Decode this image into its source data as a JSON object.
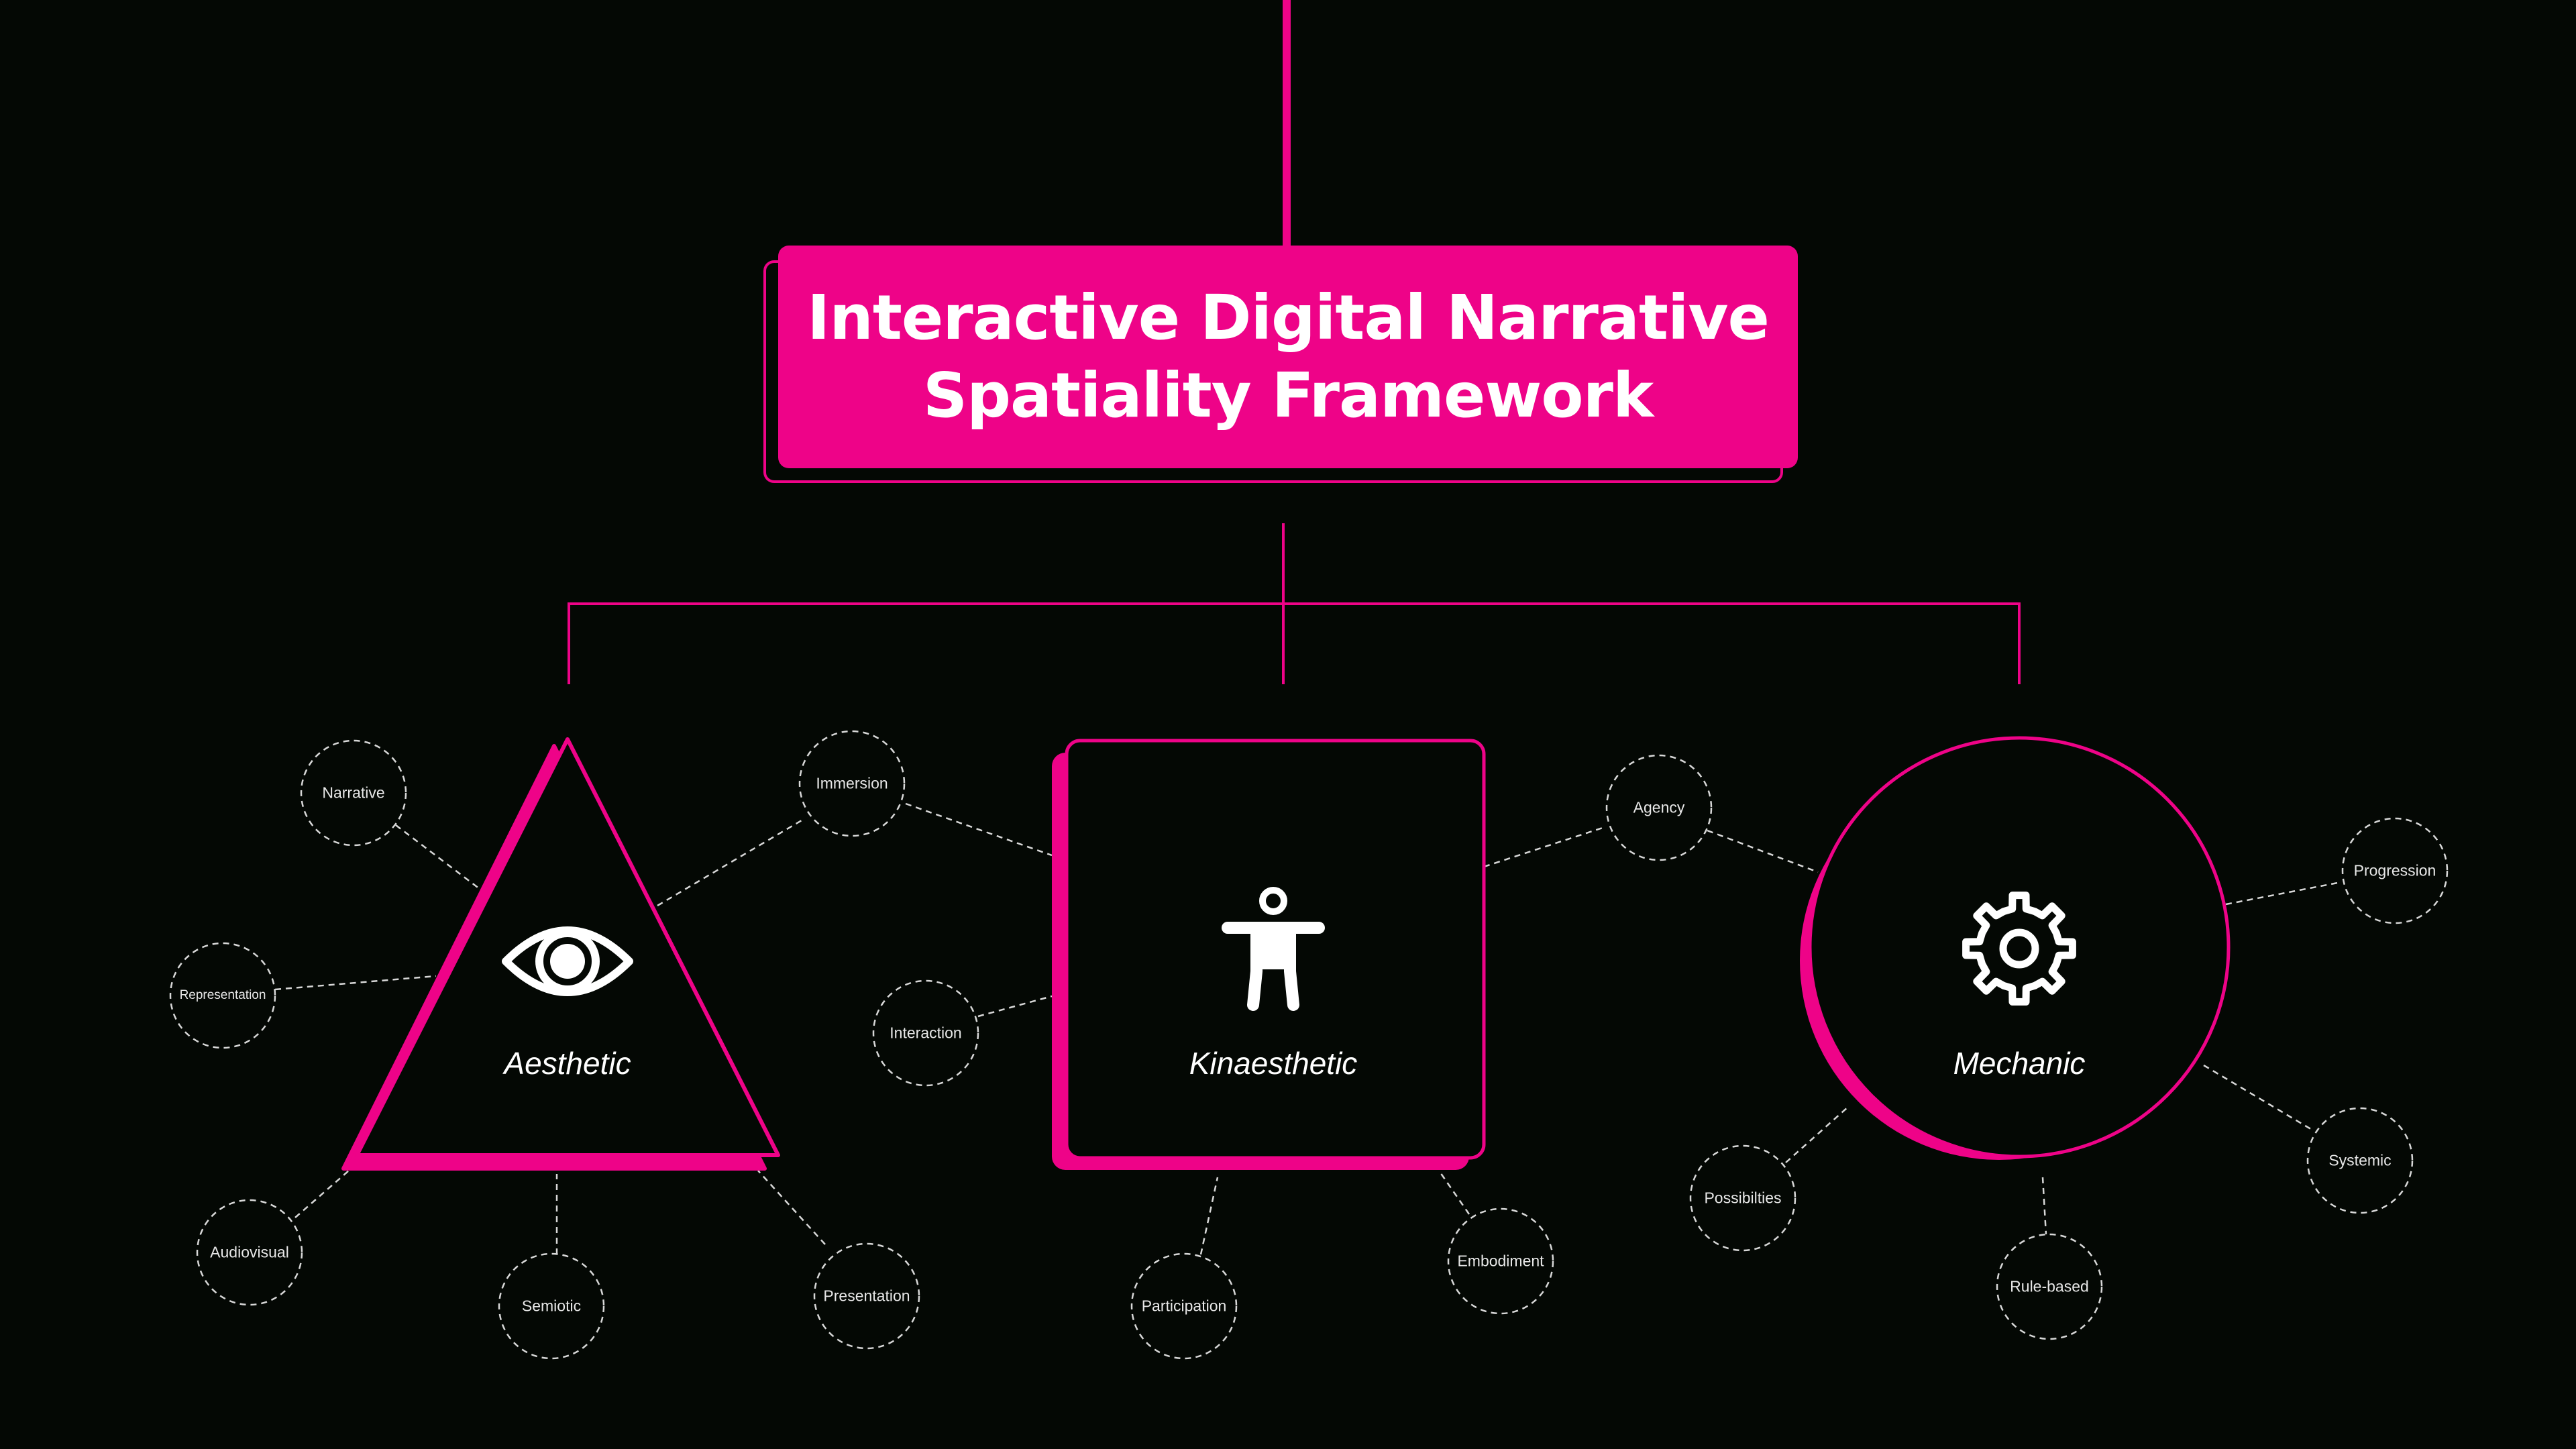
{
  "title": {
    "line1": "Interactive Digital Narrative",
    "line2": "Spatiality Framework"
  },
  "colors": {
    "accent": "#ee0388",
    "background": "#040804",
    "text": "#ffffff"
  },
  "nodes": {
    "aesthetic": {
      "label": "Aesthetic",
      "icon": "eye-icon"
    },
    "kinaesthetic": {
      "label": "Kinaesthetic",
      "icon": "person-icon"
    },
    "mechanic": {
      "label": "Mechanic",
      "icon": "gear-icon"
    }
  },
  "bubbles": {
    "narrative": "Narrative",
    "representation": "Representation",
    "audiovisual": "Audiovisual",
    "semiotic": "Semiotic",
    "presentation": "Presentation",
    "immersion": "Immersion",
    "interaction": "Interaction",
    "participation": "Participation",
    "embodiment": "Embodiment",
    "agency": "Agency",
    "progression": "Progression",
    "systemic": "Systemic",
    "rule_based": "Rule-based",
    "possibilities": "Possibilties"
  }
}
